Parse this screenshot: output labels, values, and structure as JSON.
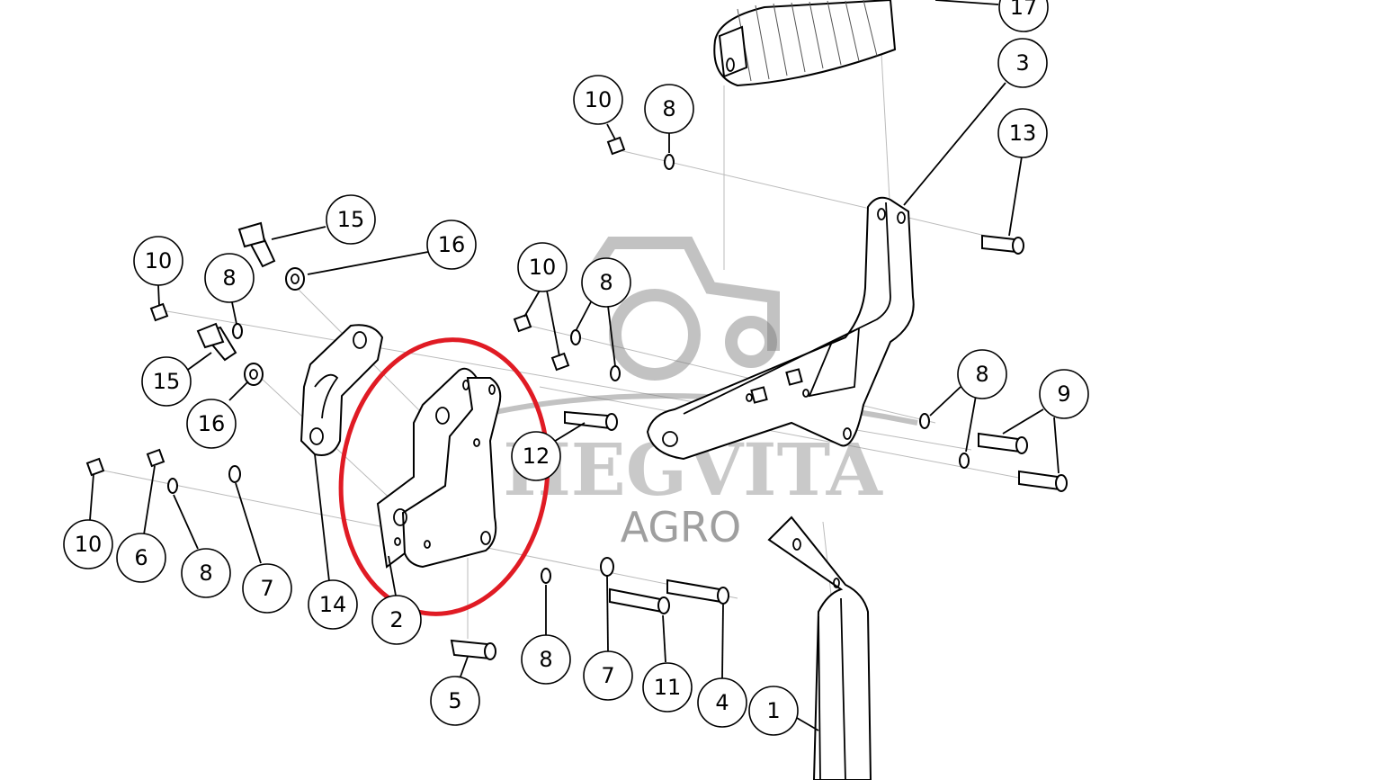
{
  "callouts": [
    {
      "id": "c17a",
      "label": "17"
    },
    {
      "id": "c3",
      "label": "3"
    },
    {
      "id": "c13",
      "label": "13"
    },
    {
      "id": "c10a",
      "label": "10"
    },
    {
      "id": "c8a",
      "label": "8"
    },
    {
      "id": "c15a",
      "label": "15"
    },
    {
      "id": "c16a",
      "label": "16"
    },
    {
      "id": "c10b",
      "label": "10"
    },
    {
      "id": "c8b",
      "label": "8"
    },
    {
      "id": "c10c",
      "label": "10"
    },
    {
      "id": "c8c",
      "label": "8"
    },
    {
      "id": "c15b",
      "label": "15"
    },
    {
      "id": "c16b",
      "label": "16"
    },
    {
      "id": "c12",
      "label": "12"
    },
    {
      "id": "c8d",
      "label": "8"
    },
    {
      "id": "c9",
      "label": "9"
    },
    {
      "id": "c10d",
      "label": "10"
    },
    {
      "id": "c6",
      "label": "6"
    },
    {
      "id": "c8e",
      "label": "8"
    },
    {
      "id": "c7a",
      "label": "7"
    },
    {
      "id": "c14",
      "label": "14"
    },
    {
      "id": "c2",
      "label": "2"
    },
    {
      "id": "c5",
      "label": "5"
    },
    {
      "id": "c8f",
      "label": "8"
    },
    {
      "id": "c7b",
      "label": "7"
    },
    {
      "id": "c11",
      "label": "11"
    },
    {
      "id": "c4",
      "label": "4"
    },
    {
      "id": "c1",
      "label": "1"
    }
  ],
  "watermark": {
    "brand": "HEGVITA",
    "sub": "AGRO"
  },
  "colors": {
    "highlight": "#e01b24",
    "ink": "#000000",
    "watermark": "#8a8a8a"
  }
}
